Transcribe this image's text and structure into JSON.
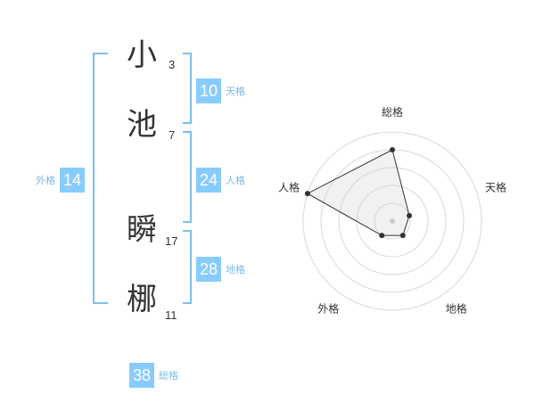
{
  "name": {
    "chars": [
      {
        "char": "小",
        "strokes": "3"
      },
      {
        "char": "池",
        "strokes": "7"
      },
      {
        "char": "瞬",
        "strokes": "17"
      },
      {
        "char": "梛",
        "strokes": "11"
      }
    ]
  },
  "kaku": {
    "tenkaku": {
      "value": "10",
      "label": "天格"
    },
    "jinkaku": {
      "value": "24",
      "label": "人格"
    },
    "chikaku": {
      "value": "28",
      "label": "地格"
    },
    "gaikaku": {
      "value": "14",
      "label": "外格"
    },
    "soukaku": {
      "value": "38",
      "label": "総格"
    }
  },
  "colors": {
    "accent": "#88ccff",
    "label": "#7cb8e6",
    "bracket": "#7cc0ef",
    "text": "#333333"
  },
  "chart_data": {
    "type": "radar",
    "axes": [
      "総格",
      "天格",
      "地格",
      "外格",
      "人格"
    ],
    "values": [
      4,
      1,
      1,
      1,
      5
    ],
    "range": [
      0,
      5
    ],
    "rings": 5
  }
}
